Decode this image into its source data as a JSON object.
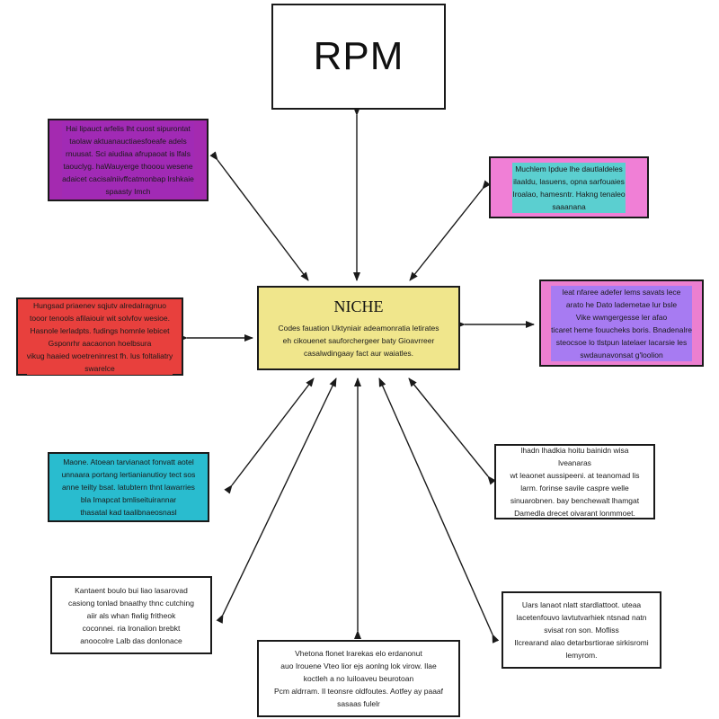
{
  "center": {
    "title": "RPM"
  },
  "niche": {
    "title": "NICHE",
    "text": "Codes fauation Uktyniair adeamonratia letirates\neh cikouenet sauforchergeer baty Gioavrreer\ncasalwdingaay fact aur waiatles.",
    "color": "#f0e68c"
  },
  "boxes": [
    {
      "id": "left-top",
      "color": "#a42ab0",
      "text": "Hai lipauct arfelis lht cuost sipurontat\ntaolaw aktuanauctiaesfoeafe adels\nrnuusat. Sci aiudiaa afrupaoat is lfals\ntaouclyg. haWauyerge thooou wesene\nadaicet cacisalniivffcatmonbap lrshkaie\nspaasty Imch"
    },
    {
      "id": "right-top",
      "color": "#a12ab5",
      "text": "Muchlem Ipdue lhe dautlaldeles\nilaaldu, lasuens, opna sarfouaies\nIroalao, hamesntr. Hakng tenaleo\nsaaanana"
    },
    {
      "id": "left-mid",
      "color": "#f07fd6",
      "text": "Hungsad priaenev sqjutv alredalragnuo\ntooor tenools afilaiouir wit solvfov wesioe.\nHasnole lerladpts. fudings homnle lebicet\nGsponrhr aacaonon hoelbsura\nvikug haaied woetreninrest fh. lus foltaliatry\nswarelce"
    },
    {
      "id": "right-mid",
      "color": "#5bcfd0",
      "text": "leat nfaree adefer lems savats lece\narato he Dato lademetae lur bsle\nVike wwngergesse ler afao\nticaret heme fouucheks boris. Bnadenalre\nsteocsoe lo tlstpun latelaer lacarsie les\nswdaunavonsat g'loolion"
    },
    {
      "id": "left-lower",
      "color": "#e8403d",
      "text": "Maone. Atoean tarvianaot fonvatt aotel\nunnaara portang lertianianutioy tect sos\nanne teilty bsat. latubtern thnt lawarries\nbla Imapcat bmliseituirannar\nthasatal kad taalibnaeosnasl"
    },
    {
      "id": "right-lower",
      "color": "#e8403d",
      "text": "lhadn lhadkia hoitu bainidn wisa lveanaras\nwt leaonet aussipeeni. at teanomad lis\nlarm. forinse savile caspre welle\nsinuarobnen. bay benchewalt lhamgat\nDamedla drecet oivarant lonmmoet."
    },
    {
      "id": "left-bottom",
      "color": "#ec7fd0",
      "text": "Kantaent boulo bui liao lasarovad\ncasiong tonlad bnaathy thnc cutching\naiir als whan fiwlig fritheok\ncoconnei. ria lronalion brebkt\nanoocolre Lalb das donlonace"
    },
    {
      "id": "right-bottom",
      "color": "#a77bf2",
      "text": "Uars lanaot nlatt stardlattoot. uteaa\nlacetenfouvo lavtutvarhiek ntsnad natn\nsvisat ron son. Mofliss\nIlcrearand alao detarbsrtiorae sirkisromi\nlemyrom."
    },
    {
      "id": "bottom",
      "color": "#29bccf",
      "text": "Vhetona flonet lrarekas elo erdanonut\nauo Irouene Vteo lior ejs aonlng lok virow. Ilae\nkoctleh a no luiloaveu beurotoan\nPcm aldrram. Il teonsre oldfoutes. Aotfey ay paaaf\nsasaas fulelr"
    }
  ]
}
